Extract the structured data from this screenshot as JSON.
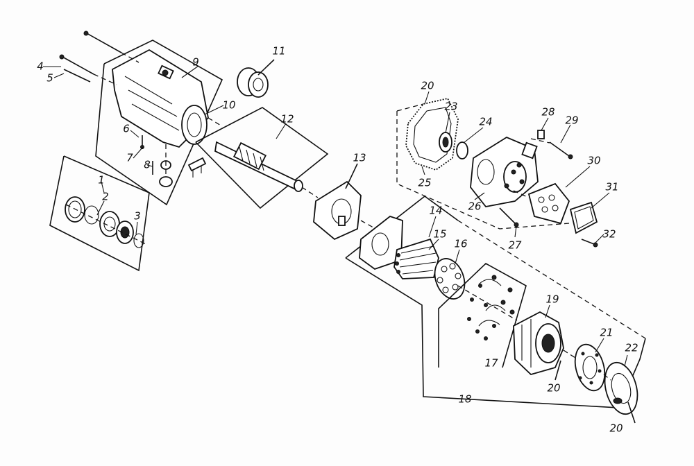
{
  "labels": [
    "1",
    "2",
    "3",
    "4",
    "5",
    "6",
    "7",
    "8",
    "9",
    "10",
    "11",
    "12",
    "13",
    "14",
    "15",
    "16",
    "17",
    "18",
    "19",
    "20",
    "20",
    "20",
    "20",
    "21",
    "22",
    "23",
    "24",
    "25",
    "26",
    "27",
    "28",
    "29",
    "30",
    "31",
    "32"
  ]
}
